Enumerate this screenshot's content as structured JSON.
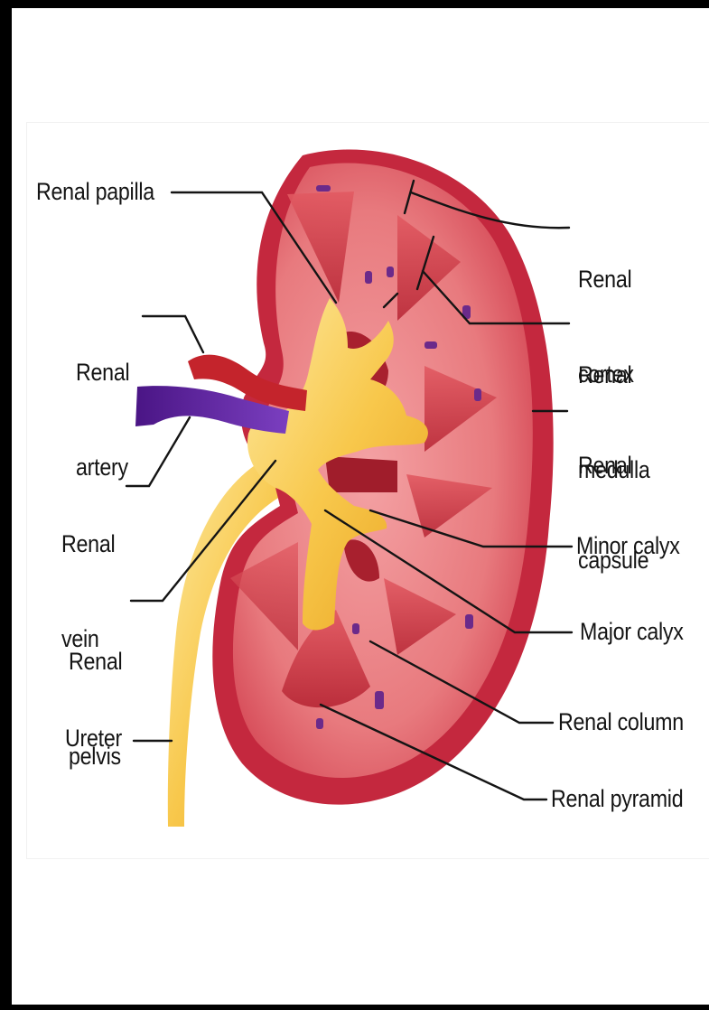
{
  "labels": {
    "renal_papilla": "Renal papilla",
    "renal_cortex": [
      "Renal",
      "cortex"
    ],
    "renal_artery": [
      "Renal",
      "artery"
    ],
    "renal_medulla": [
      "Renal",
      "medulla"
    ],
    "renal_capsule": [
      "Renal",
      "capsule"
    ],
    "renal_vein": [
      "Renal",
      "vein"
    ],
    "minor_calyx": "Minor calyx",
    "renal_pelvis": [
      "Renal",
      "pelvis"
    ],
    "major_calyx": "Major calyx",
    "renal_column": "Renal column",
    "ureter": "Ureter",
    "renal_pyramid": "Renal pyramid"
  },
  "colors": {
    "capsule": "#c0203a",
    "cortex": "#e86a72",
    "medulla_pyramid": "#cf3e48",
    "pelvis": "#f7c645",
    "artery": "#c4242c",
    "vein": "#5a1f9a",
    "leader_line": "#141414"
  }
}
